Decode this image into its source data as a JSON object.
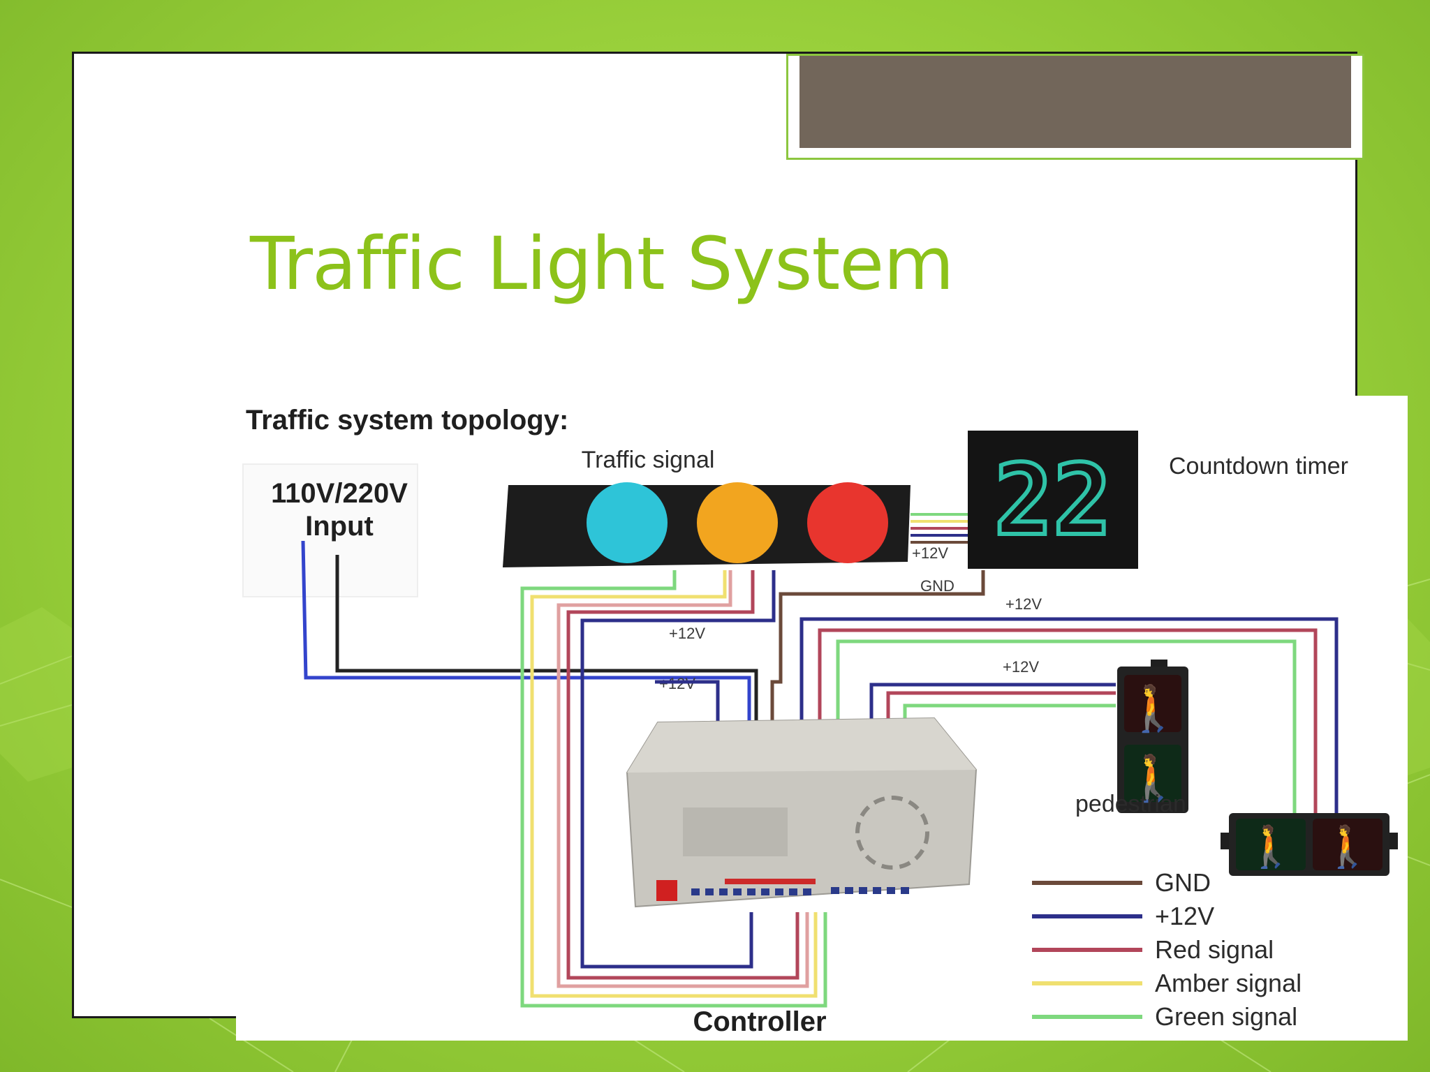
{
  "slide": {
    "title": "Traffic Light System"
  },
  "diagram": {
    "heading": "Traffic system topology:",
    "input_label_line1": "110V/220V",
    "input_label_line2": "Input",
    "traffic_signal_label": "Traffic signal",
    "countdown_label": "Countdown timer",
    "countdown_value": "22",
    "pedestrian_label": "pedestrian",
    "controller_label": "Controller",
    "wire_labels": {
      "v12_a": "+12V",
      "gnd_a": "GND",
      "v12_b": "+12V",
      "v12_c": "+12V",
      "v12_d": "+12V",
      "v12_e": "+12V"
    },
    "legend": [
      {
        "label": "GND",
        "color": "#6b4a3a"
      },
      {
        "label": "+12V",
        "color": "#2d2f8a"
      },
      {
        "label": "Red signal",
        "color": "#b2465a"
      },
      {
        "label": "Amber signal",
        "color": "#f0e070"
      },
      {
        "label": "Green signal",
        "color": "#7ed87e"
      }
    ],
    "colors": {
      "signal_green": "#2ec4d8",
      "signal_amber": "#f2a51f",
      "signal_red": "#e8352e",
      "countdown_digits": "#2fc3a8",
      "input_live": "#3344cc",
      "input_neutral": "#222222"
    }
  }
}
